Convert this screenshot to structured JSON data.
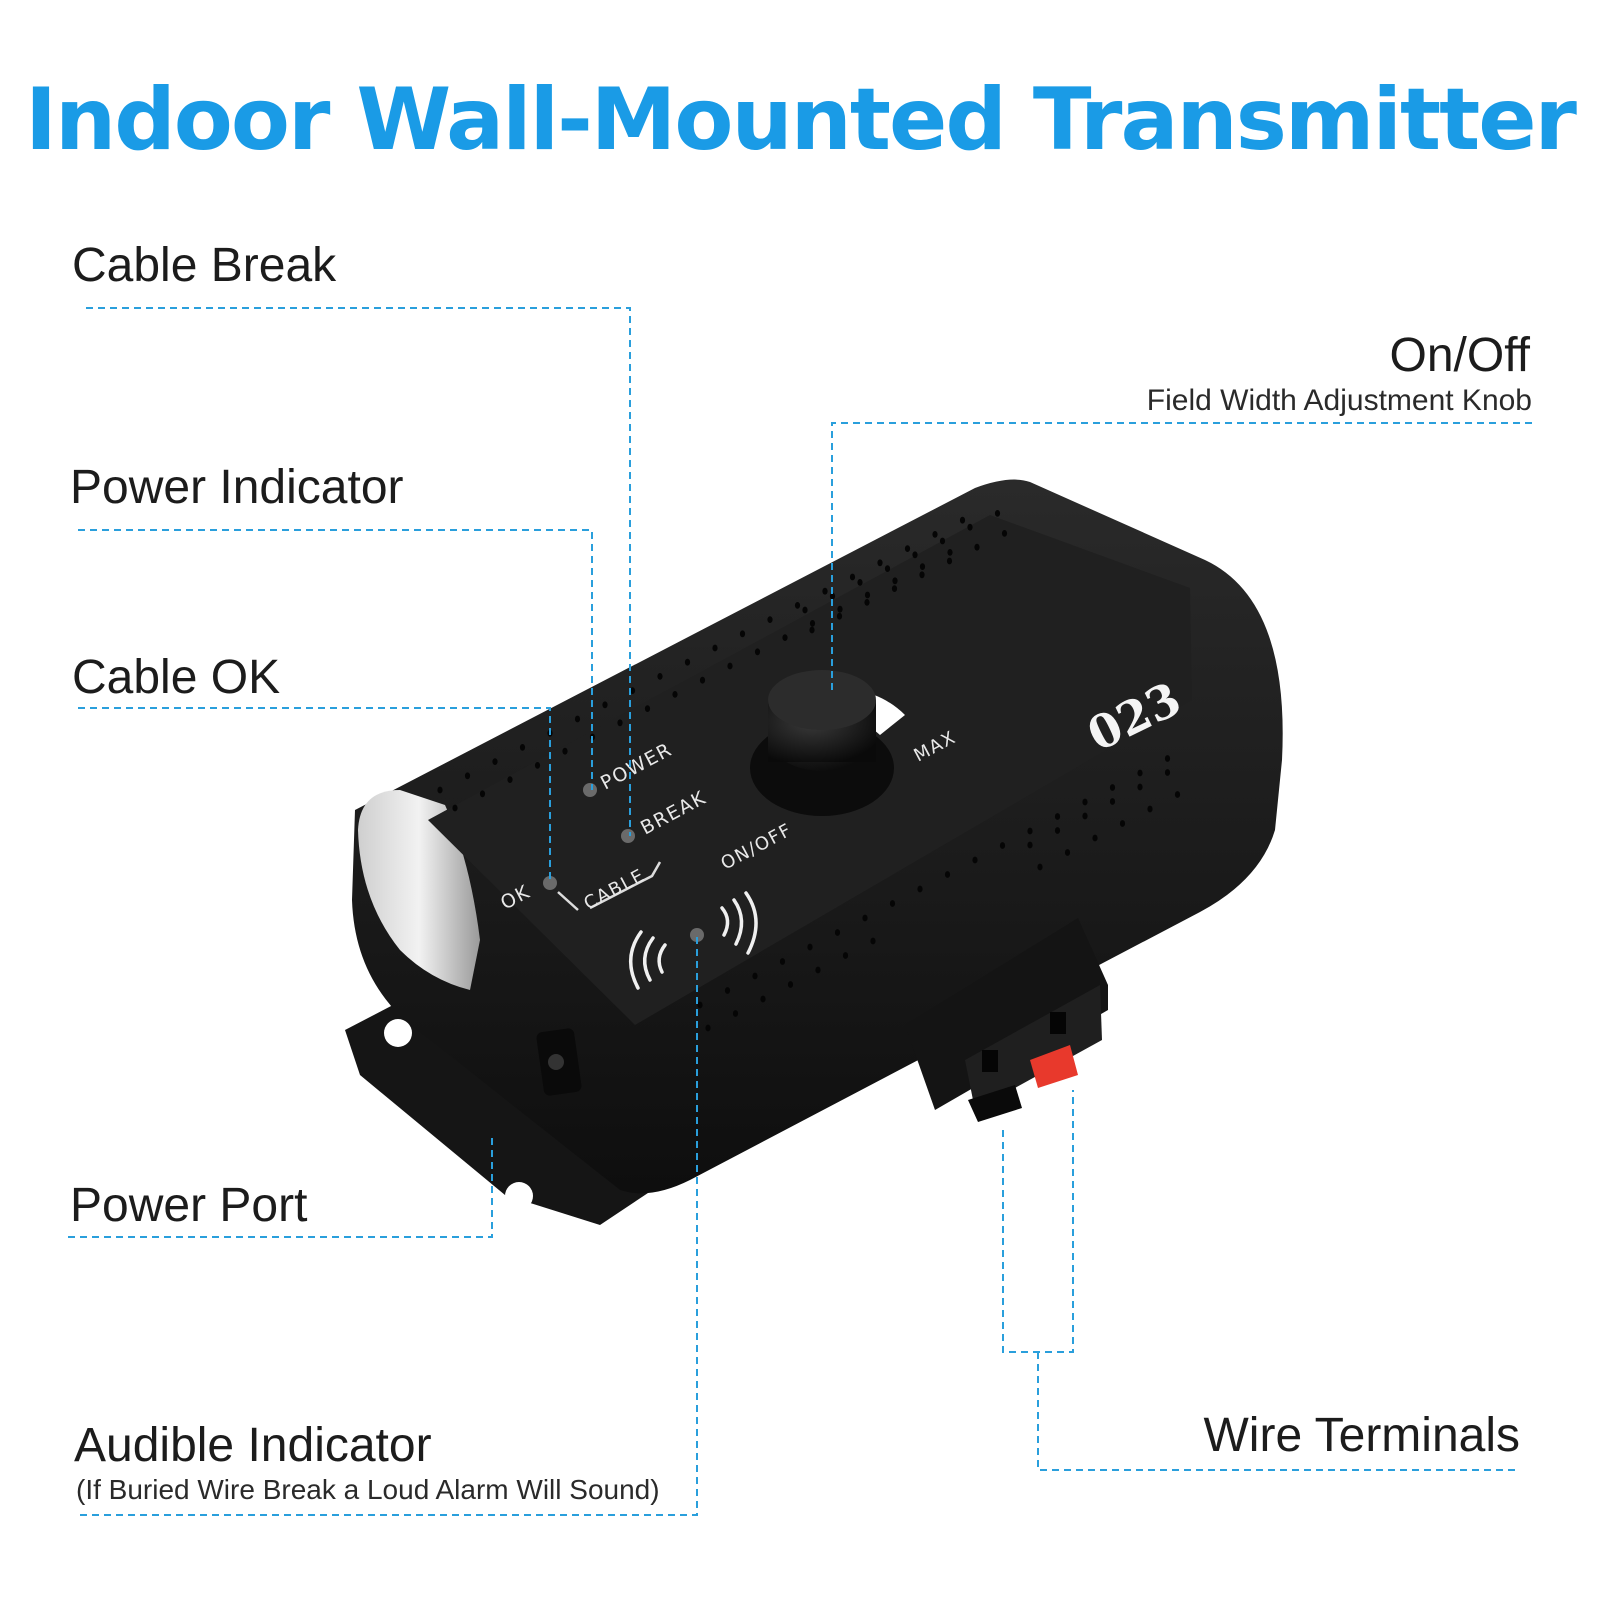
{
  "title": "Indoor Wall-Mounted Transmitter",
  "callouts": {
    "cable_break": "Cable Break",
    "power_indicator": "Power Indicator",
    "cable_ok": "Cable OK",
    "power_port": "Power Port",
    "audible_indicator": "Audible Indicator",
    "audible_indicator_note": "(If Buried Wire Break a Loud Alarm Will Sound)",
    "on_off": "On/Off",
    "knob_note": "Field Width Adjustment Knob",
    "wire_terminals": "Wire Terminals"
  },
  "device": {
    "model": "023",
    "power_label": "POWER",
    "break_label": "BREAK",
    "ok_label": "OK",
    "cable_label": "CABLE",
    "onoff_label": "ON/OFF",
    "max_label": "MAX"
  },
  "colors": {
    "accent": "#1a9be6",
    "leader_line": "#2a9fdc",
    "device_body": "#1b1b1b",
    "terminal_red": "#e8392c"
  },
  "icons": {
    "sound_waves": "sound-waves-icon"
  }
}
